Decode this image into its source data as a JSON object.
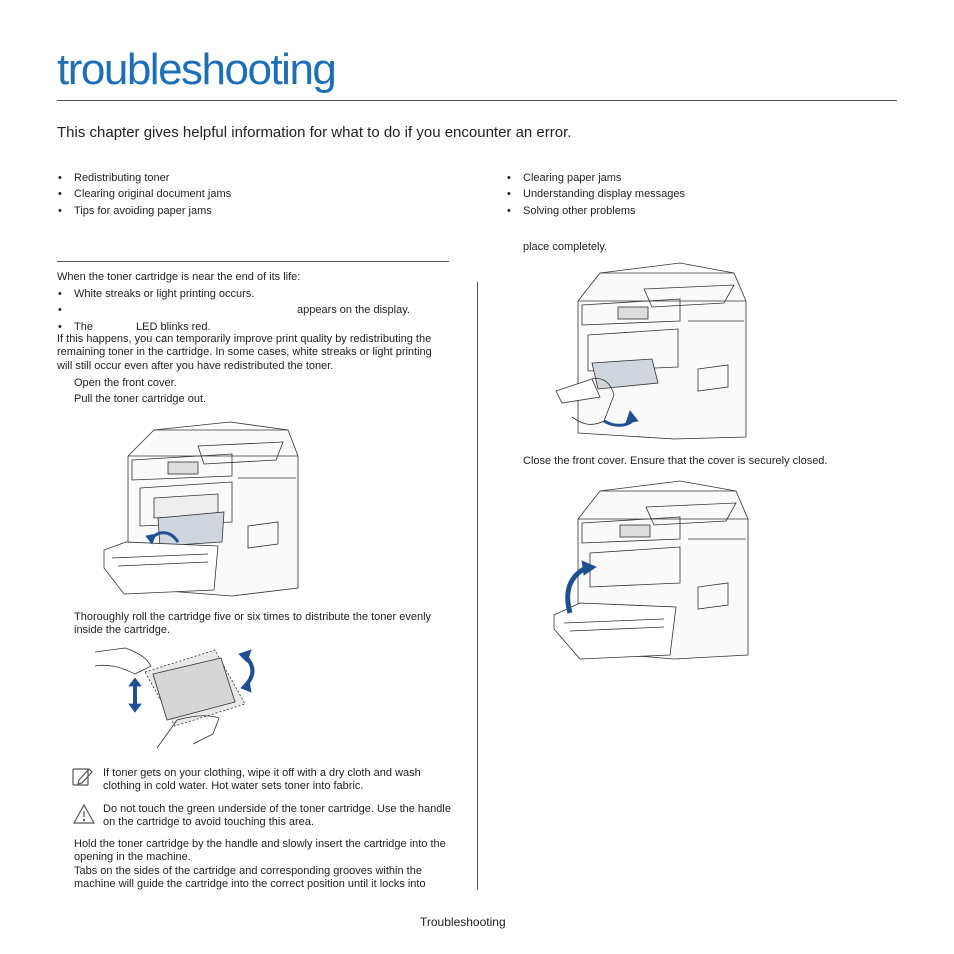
{
  "header": {
    "title": "troubleshooting",
    "intro": "This chapter gives helpful information for what to do if you encounter an error."
  },
  "toc": {
    "left": [
      "Redistributing toner",
      "Clearing original document jams",
      "Tips for avoiding paper jams"
    ],
    "right": [
      "Clearing paper jams",
      "Understanding display messages",
      "Solving other problems"
    ]
  },
  "left_col": {
    "intro": "When the toner cartridge is near the end of its life:",
    "bullets": [
      "White streaks or light printing occurs.",
      "appears on the display.",
      "The",
      "LED blinks red."
    ],
    "para": "If this happens, you can temporarily improve print quality by redistributing the remaining toner in the cartridge. In some cases, white streaks or light printing will still occur even after you have redistributed the toner.",
    "step1": "Open the front cover.",
    "step2": "Pull the toner cartridge out.",
    "step3": "Thoroughly roll the cartridge five or six times to distribute the toner evenly inside the cartridge.",
    "note": "If toner gets on your clothing, wipe it off with a dry cloth and wash clothing in cold water. Hot water sets toner into fabric.",
    "caution": "Do not touch the green underside of the toner cartridge. Use the handle on the cartridge to avoid touching this area.",
    "step4": "Hold the toner cartridge by the handle and slowly insert the cartridge into the opening in the machine.",
    "step4b": "Tabs on the sides of the cartridge and corresponding grooves within the machine will guide the cartridge into the correct position until it locks into"
  },
  "right_col": {
    "cont": "place completely.",
    "step5": "Close the front cover. Ensure that the cover is securely closed."
  },
  "footer": {
    "label": "Troubleshooting"
  },
  "colors": {
    "title": "#1d6fb8",
    "arrow": "#1e4f92",
    "text": "#222222"
  },
  "icons": [
    "printer-open-illustration",
    "toner-shake-illustration",
    "note-pencil-icon",
    "caution-triangle-icon"
  ]
}
